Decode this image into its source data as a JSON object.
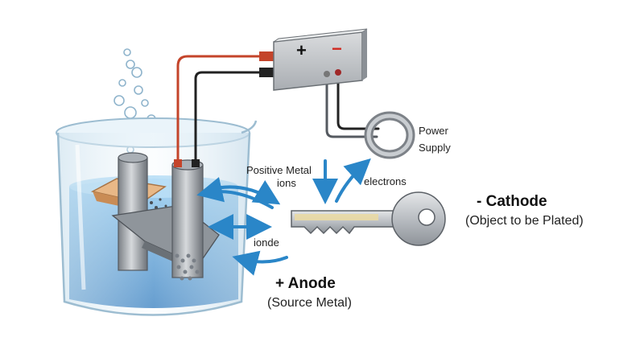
{
  "power_supply": {
    "plus_sign": "+",
    "minus_sign": "−",
    "label_line1": "Power",
    "label_line2": "Supply"
  },
  "labels": {
    "positive_metal_line1": "Positive Metal",
    "positive_metal_line2": "ions",
    "electrons": "electrons",
    "ionde": "ionde"
  },
  "cathode": {
    "title": "- Cathode",
    "subtitle": "(Object to be Plated)"
  },
  "anode": {
    "title": "+ Anode",
    "subtitle": "(Source Metal)"
  },
  "colors": {
    "liquid": "#3b8fd4",
    "arrow": "#2a86c8",
    "wire_red": "#c4442a",
    "wire_black": "#222222",
    "copper": "#d9a06e"
  }
}
